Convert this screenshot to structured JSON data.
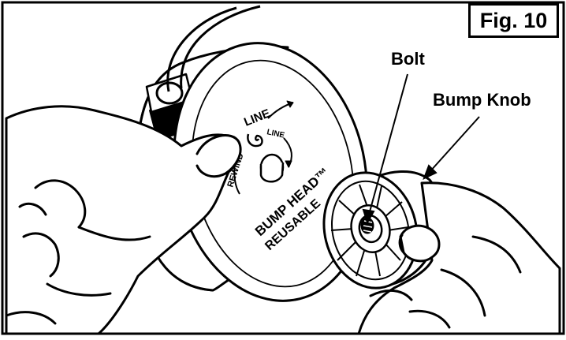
{
  "figure": {
    "label": "Fig. 10",
    "callouts": {
      "bolt": "Bolt",
      "bump_knob": "Bump Knob"
    },
    "head_text": {
      "line_top": "LINE",
      "line_inner": "LINE",
      "rewind": "REWIND",
      "bump_head": "BUMP HEAD™",
      "reusable": "REUSABLE"
    }
  },
  "colors": {
    "ink": "#000000",
    "paper": "#ffffff"
  }
}
